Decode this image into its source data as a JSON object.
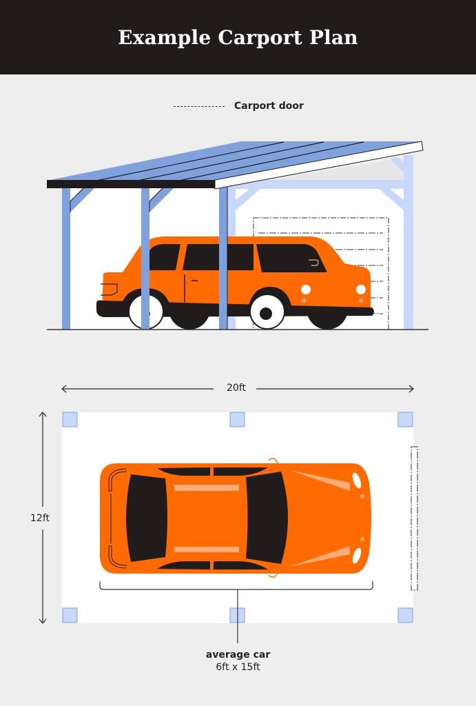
{
  "header": {
    "title": "Example Carport Plan"
  },
  "legend": {
    "icon": "dash-dot-line-icon",
    "label": "Carport door"
  },
  "side_view": {
    "colors": {
      "roof": "#7fa2dd",
      "roof_edge": "#201c1c",
      "post": "#7fa2dd",
      "post_light": "#c7d8fb",
      "car_body": "#ff6b00",
      "car_dark": "#201c1c",
      "ground": "#333333"
    }
  },
  "plan_view": {
    "width_label": "20ft",
    "depth_label": "12ft",
    "colors": {
      "slab": "#ffffff",
      "post": "#c7d8fb",
      "post_border": "#7fa2dd",
      "car_body": "#ff6b00",
      "car_glass": "#201c1c",
      "car_highlight": "#ffac7a"
    }
  },
  "caption": {
    "title": "average car",
    "dimensions": "6ft x 15ft"
  }
}
